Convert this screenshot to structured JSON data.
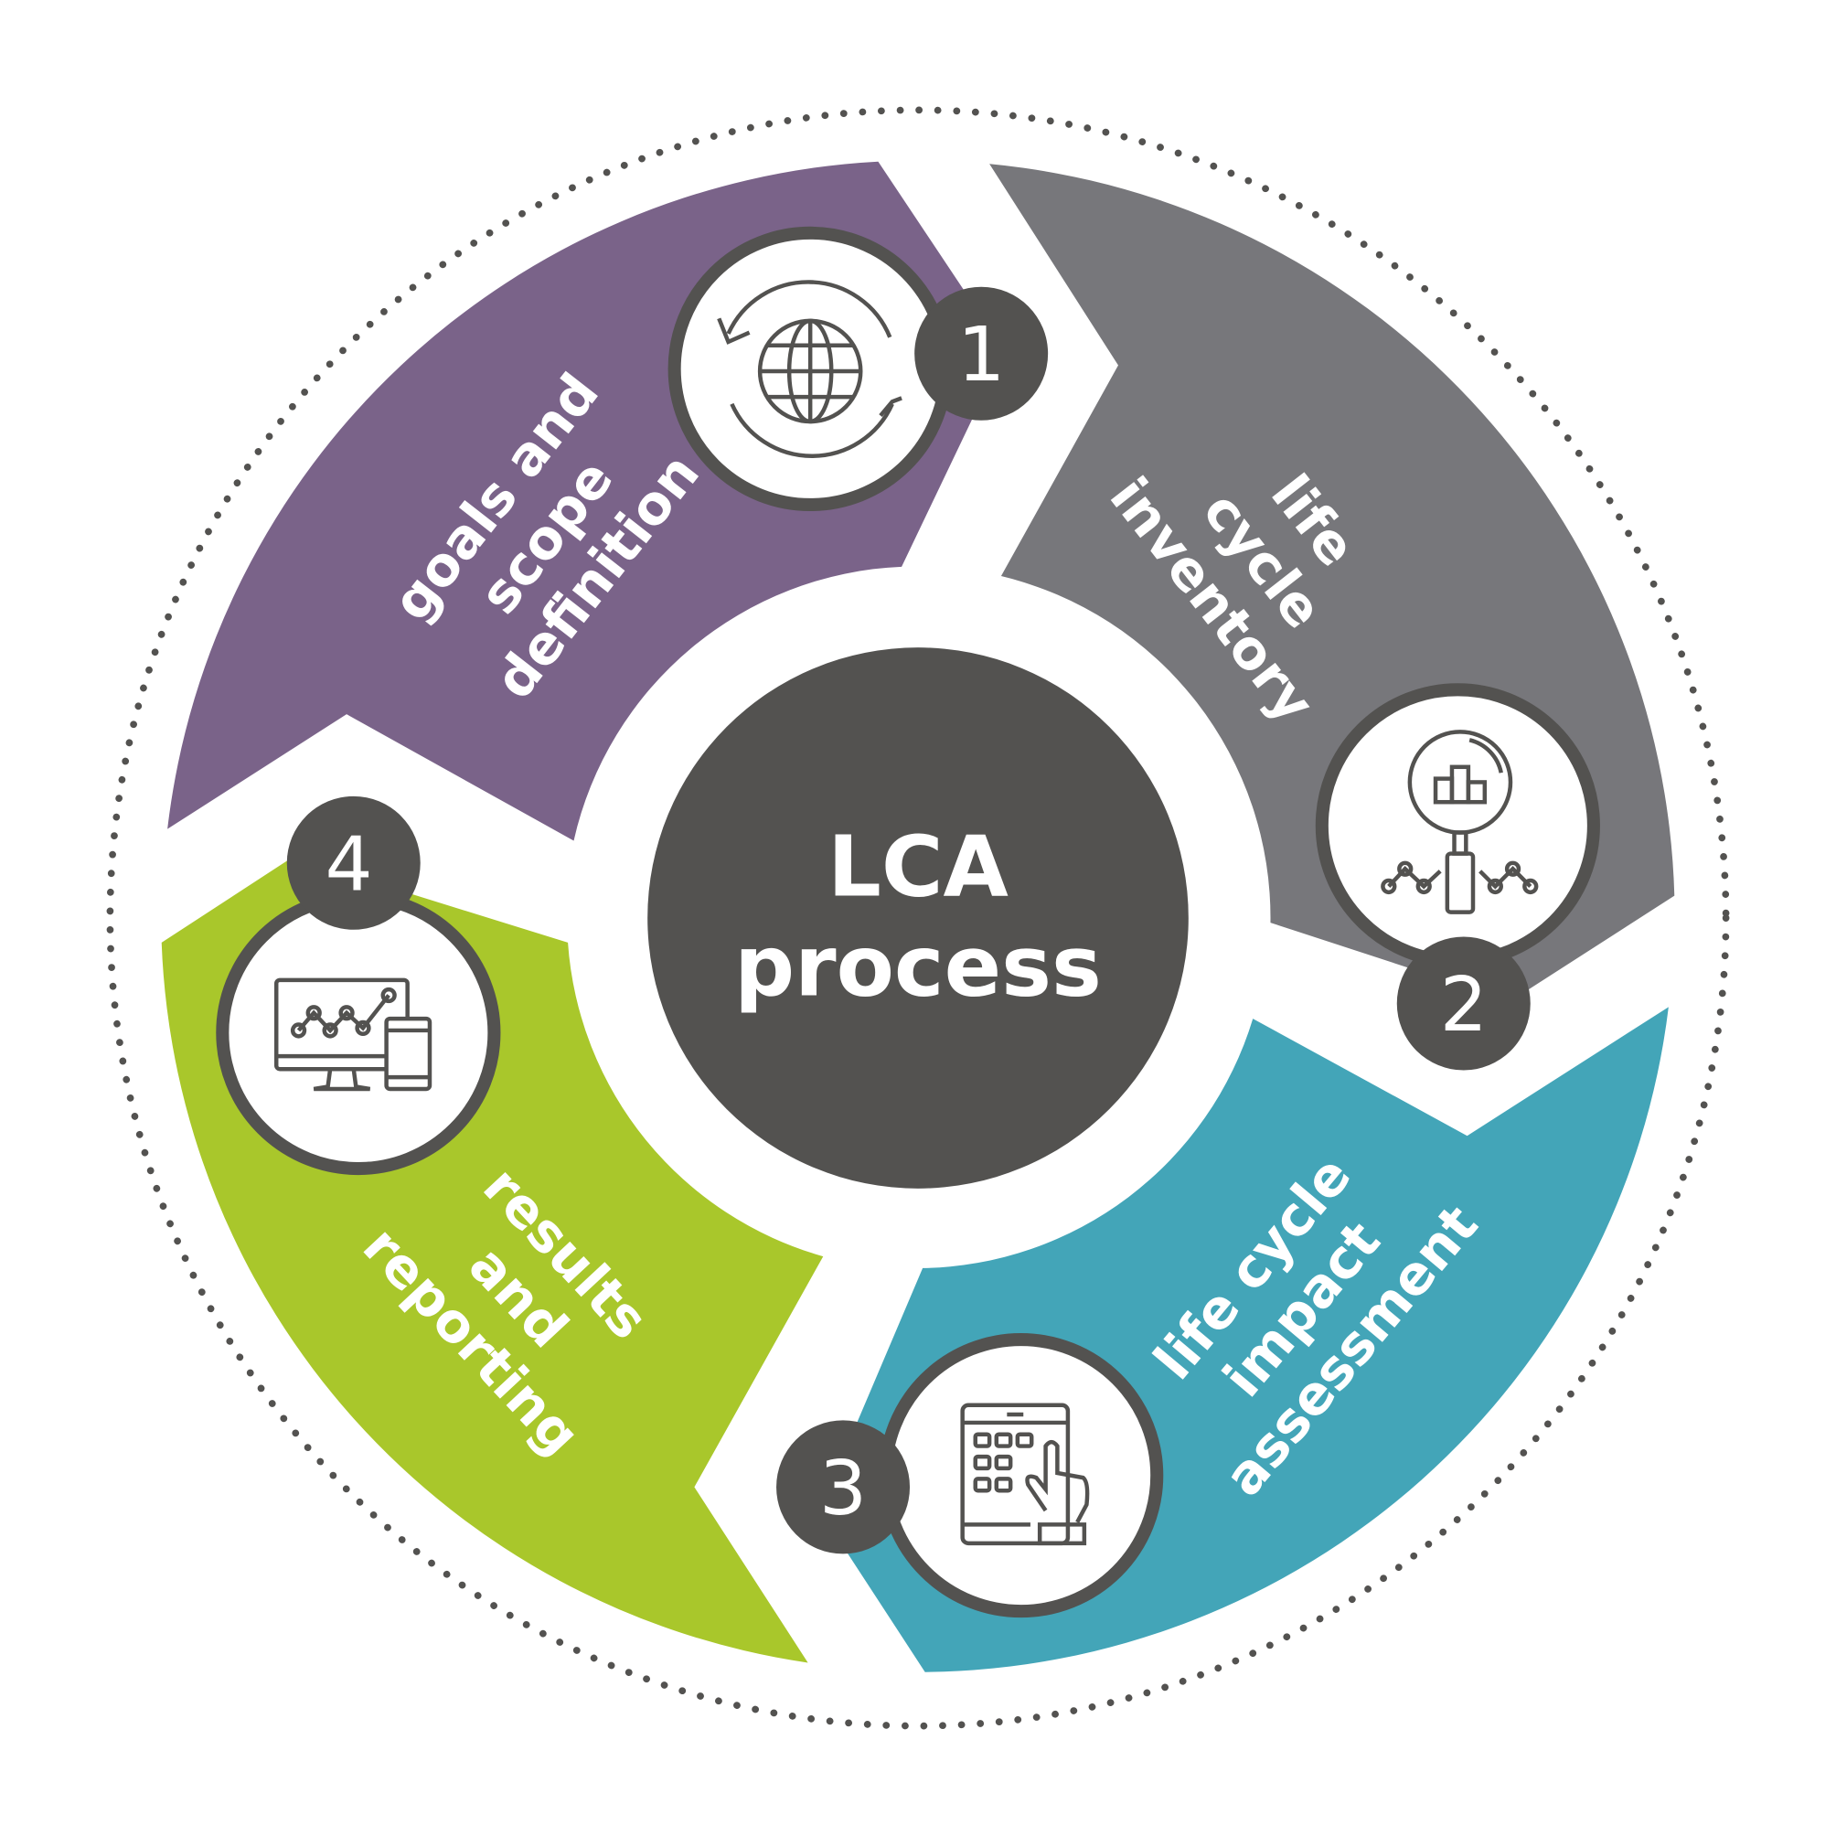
{
  "title": {
    "line1": "LCA",
    "line2": "process"
  },
  "colors": {
    "purple": "#7a6389",
    "gray": "#77777b",
    "teal": "#43a5b8",
    "green": "#a9c72b",
    "dark": "#535250"
  },
  "steps": [
    {
      "number": "1",
      "lines": [
        "goals and",
        "scope",
        "definition"
      ],
      "icon": "globe-refresh-icon"
    },
    {
      "number": "2",
      "lines": [
        "life",
        "cycle",
        "inventory"
      ],
      "icon": "magnifier-chart-icon"
    },
    {
      "number": "3",
      "lines": [
        "life cycle",
        "impact",
        "assessment"
      ],
      "icon": "tablet-touch-icon"
    },
    {
      "number": "4",
      "lines": [
        "results",
        "and",
        "reporting"
      ],
      "icon": "monitor-devices-icon"
    }
  ]
}
